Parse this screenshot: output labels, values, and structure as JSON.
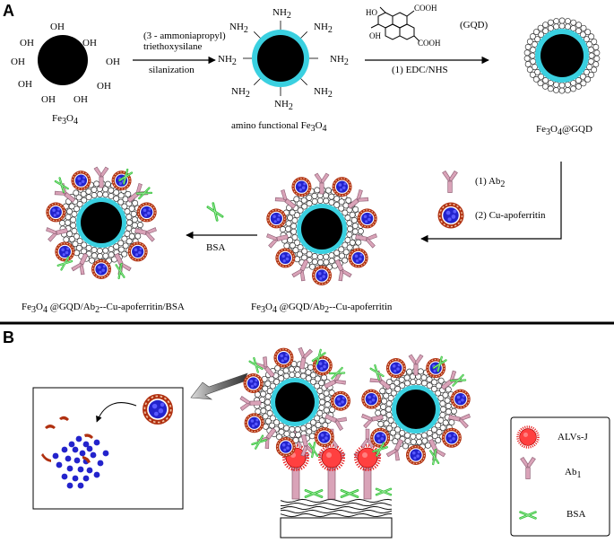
{
  "panels": {
    "a": "A",
    "b": "B"
  },
  "panel_a": {
    "fe3o4": {
      "pre": "Fe",
      "sub1": "3",
      "mid": "O",
      "sub2": "4"
    },
    "oh": "OH",
    "nh2": {
      "base": "NH",
      "sub": "2"
    },
    "reagent_line1": "(3 - ammoniapropyl)",
    "reagent_line2": "triethoxysilane",
    "silanization": "silanization",
    "amino": {
      "pre": "amino functional Fe",
      "sub1": "3",
      "mid": "O",
      "sub2": "4"
    },
    "gqd_ho": "HO",
    "gqd_oh": "OH",
    "gqd_cooh": "COOH",
    "gqd_label": "(GQD)",
    "edc": "(1) EDC/NHS",
    "fe_gqd": {
      "pre": "Fe",
      "sub1": "3",
      "mid": "O",
      "sub2": "4",
      "post": "@GQD"
    },
    "ab2_step": {
      "pre": "(1) Ab",
      "sub": "2"
    },
    "cu_step": "(2) Cu-apoferritin",
    "bsa": "BSA",
    "product1": {
      "pre": "Fe",
      "sub1": "3",
      "mid": "O",
      "sub2": "4",
      "post1": " @GQD/Ab",
      "sub3": "2",
      "post2": "--Cu-apoferritin"
    },
    "product2": {
      "pre": "Fe",
      "sub1": "3",
      "mid": "O",
      "sub2": "4",
      "post1": " @GQD/Ab",
      "sub3": "2",
      "post2": "--Cu-apoferritin/BSA"
    }
  },
  "panel_b": {
    "legend": {
      "alvs": "ALVs-J",
      "ab1": {
        "pre": "Ab",
        "sub": "1"
      },
      "bsa": "BSA"
    }
  },
  "colors": {
    "core": "#000000",
    "shell": "#3ad0e0",
    "antibody": "#d9a3b8",
    "ferritin_outer": "#b03010",
    "ferritin_inner": "#2323cc",
    "bsa": "#35c23a",
    "virus": "#e81818"
  }
}
